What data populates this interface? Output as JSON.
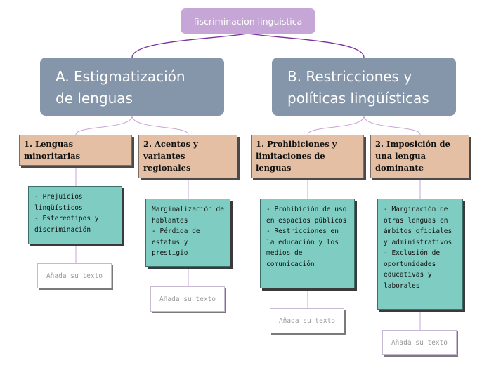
{
  "root": "fiscriminacion linguistica",
  "sections": [
    {
      "title_line1": "A. Estigmatización",
      "title_line2": "de lenguas",
      "subs": [
        {
          "title": "1. Lenguas minoritarias",
          "text": "- Prejuicios lingüísticos\n- Estereotipos y discriminación",
          "placeholder": "Añada su texto"
        },
        {
          "title": "2. Acentos y variantes regionales",
          "text": "Marginalización de hablantes\n- Pérdida de estatus y prestigio",
          "placeholder": "Añada su texto"
        }
      ]
    },
    {
      "title_line1": "B. Restricciones y",
      "title_line2": "políticas lingüísticas",
      "subs": [
        {
          "title": "1. Prohibiciones y limitaciones de lenguas",
          "text": "- Prohibición de uso en espacios públicos\n- Restricciones en la educación y los medios de comunicación",
          "placeholder": "Añada su texto"
        },
        {
          "title": "2. Imposición de una lengua dominante",
          "text": "- Marginación de otras lenguas en ámbitos oficiales y administrativos\n- Exclusión de oportunidades educativas y laborales",
          "placeholder": "Añada su texto"
        }
      ]
    }
  ],
  "colors": {
    "root": "#c6a6d6",
    "main": "#8596ab",
    "sub": "#e4bfa3",
    "leaf": "#7fcdc2",
    "link": "#7b2f9f"
  }
}
